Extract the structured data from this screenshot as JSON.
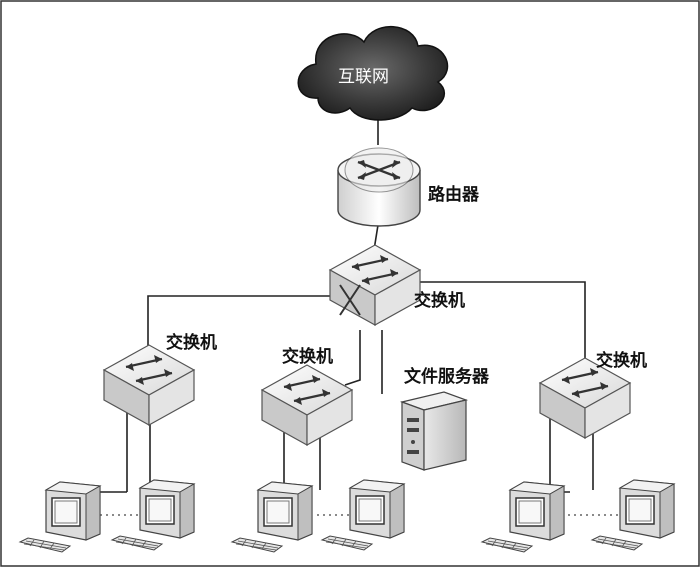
{
  "nodes": {
    "internet": "互联网",
    "router": "路由器",
    "core_switch": "交换机",
    "switch_left": "交换机",
    "switch_mid": "交换机",
    "switch_right": "交换机",
    "file_server": "文件服务器"
  }
}
